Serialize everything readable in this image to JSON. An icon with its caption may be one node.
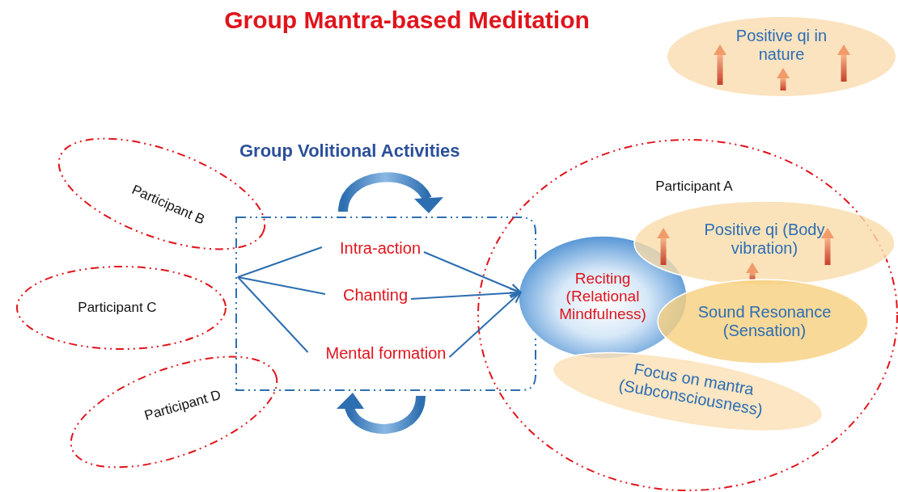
{
  "diagram": {
    "title": "Group Mantra-based Meditation",
    "nodes": [
      {
        "text": [
          "Positive qi in nature"
        ]
      },
      {
        "text": [],
        "shape": "box"
      },
      {
        "text": [
          "Intra-action"
        ],
        "in": 1
      },
      {
        "text": [
          "Chanting"
        ],
        "in": 1
      },
      {
        "text": [
          "Mental formation"
        ],
        "in": 1
      },
      {
        "text": [
          "Participant B"
        ]
      },
      {
        "text": [
          "Participant C"
        ]
      },
      {
        "text": [
          "Participant D"
        ]
      },
      {
        "text": [
          "Participant A"
        ]
      },
      {
        "text": [
          "Reciting (Relational Mindfulness)"
        ],
        "in": 8
      },
      {
        "text": [
          "Positive qi (Body vibration)"
        ],
        "in": 8
      },
      {
        "text": [
          "Sound Resonance (Sensation)"
        ],
        "in": 8
      },
      {
        "text": [
          "Focus on mantra (Subconsciousness)"
        ],
        "in": 8
      }
    ],
    "edges": [
      {
        "from": 1,
        "to": 2,
        "arrow": "none"
      },
      {
        "from": 1,
        "to": 3,
        "arrow": "none"
      },
      {
        "from": 1,
        "to": 4,
        "arrow": "none"
      },
      {
        "from": 2,
        "to": 9,
        "arrow": "to"
      },
      {
        "from": 3,
        "to": 9,
        "arrow": "to"
      },
      {
        "from": 4,
        "to": 9,
        "arrow": "to"
      }
    ],
    "labels": [
      "Group Volitional Activities"
    ]
  }
}
